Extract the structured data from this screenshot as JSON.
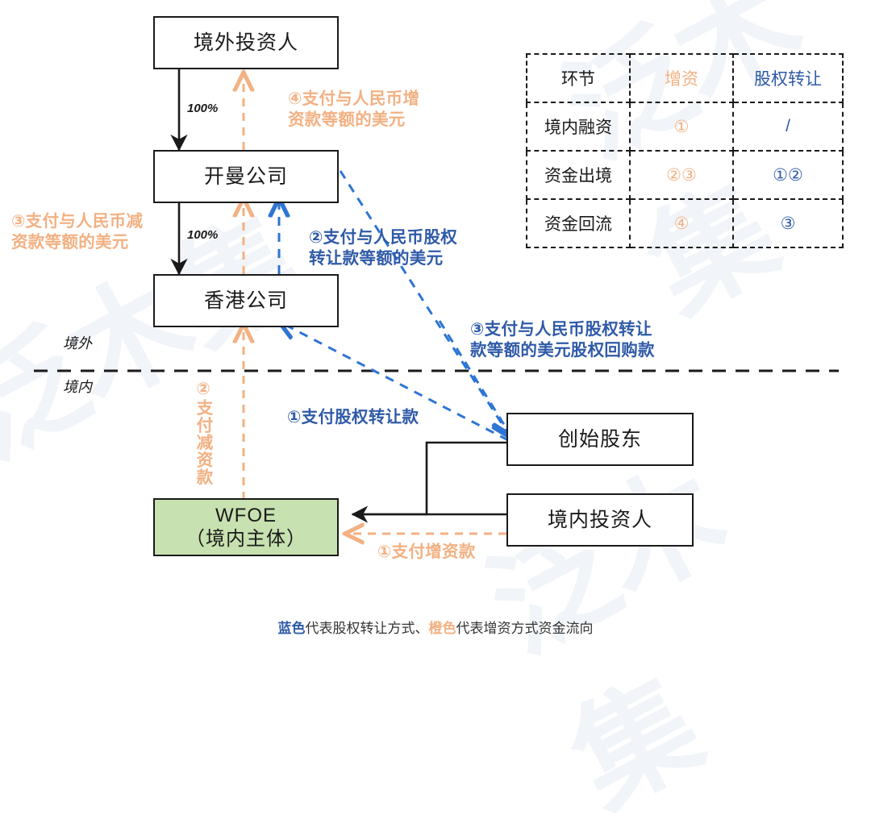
{
  "nodes": {
    "offshore_investor": "境外投资人",
    "cayman": "开曼公司",
    "hongkong": "香港公司",
    "wfoe_line1": "WFOE",
    "wfoe_line2": "（境内主体）",
    "founder": "创始股东",
    "domestic_investor": "境内投资人"
  },
  "edge_labels": {
    "pct_top": "100%",
    "pct_mid": "100%",
    "region_offshore": "境外",
    "region_onshore": "境内"
  },
  "notes": {
    "orange_4": "④支付与人民币增\n资款等额的美元",
    "orange_3": "③支付与人民币减\n资款等额的美元",
    "orange_2_vertical": "②支付减资款",
    "orange_1": "①支付增资款",
    "blue_2": "②支付与人民币股权\n转让款等额的美元",
    "blue_3": "③支付与人民币股权转让\n款等额的美元股权回购款",
    "blue_1": "①支付股权转让款"
  },
  "table": {
    "headers": [
      "环节",
      "增资",
      "股权转让"
    ],
    "rows": [
      {
        "label": "境内融资",
        "zengzi": "①",
        "guquan": "/"
      },
      {
        "label": "资金出境",
        "zengzi": "②③",
        "guquan": "①②"
      },
      {
        "label": "资金回流",
        "zengzi": "④",
        "guquan": "③"
      }
    ]
  },
  "footer": {
    "blue_word": "蓝色",
    "mid_text": "代表股权转让方式、",
    "orange_word": "橙色",
    "tail_text": "代表增资方式资金流向"
  },
  "colors": {
    "blue": "#2f5aa8",
    "blue_line": "#2e75d4",
    "orange": "#f2b183",
    "green_fill": "#c8e1b0",
    "outline": "#1a1a1a"
  },
  "watermark": {
    "text": "泛木集"
  }
}
